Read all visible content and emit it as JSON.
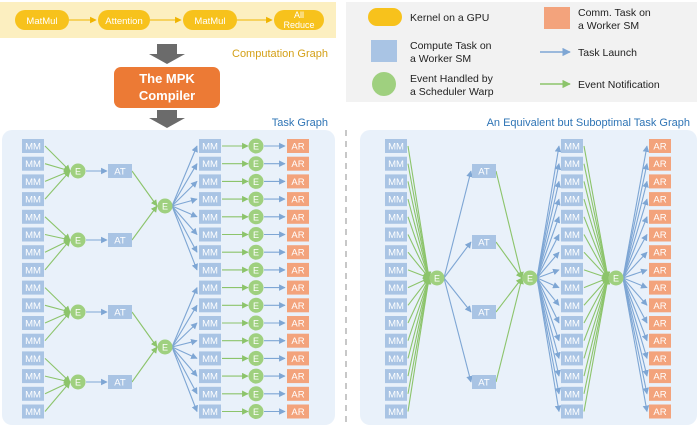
{
  "computation_graph": {
    "label": "Computation Graph",
    "nodes": [
      "MatMul",
      "Attention",
      "MatMul",
      "All Reduce"
    ]
  },
  "compiler": {
    "line1": "The MPK",
    "line2": "Compiler"
  },
  "legend": {
    "kernel": "Kernel on a GPU",
    "compute_task": [
      "Compute Task on",
      "a Worker SM"
    ],
    "event": [
      "Event Handled by",
      "a Scheduler Warp"
    ],
    "comm_task": [
      "Comm. Task on",
      "a Worker SM"
    ],
    "task_launch": "Task Launch",
    "event_notification": "Event Notification"
  },
  "task_graph": {
    "title": "Task Graph"
  },
  "suboptimal_graph": {
    "title": "An Equivalent but Suboptimal Task Graph"
  },
  "node_labels": {
    "mm": "MM",
    "event": "E",
    "attention": "AT",
    "allreduce": "AR"
  },
  "colors": {
    "kernel": "#f7c21c",
    "kernel_bg": "#fcefc0",
    "compute": "#a9c4e4",
    "compute_text": "#ffffff",
    "event": "#9fd07f",
    "comm": "#f3a37c",
    "compiler": "#ec7a35",
    "panel": "#e9f1fa",
    "legend_bg": "#f2f2f2",
    "launch_arrow": "#7ea6d4",
    "notify_arrow": "#8cc46b",
    "title_orange": "#d4a017",
    "title_blue": "#2e74b5",
    "down_arrow": "#6b6b6b"
  }
}
